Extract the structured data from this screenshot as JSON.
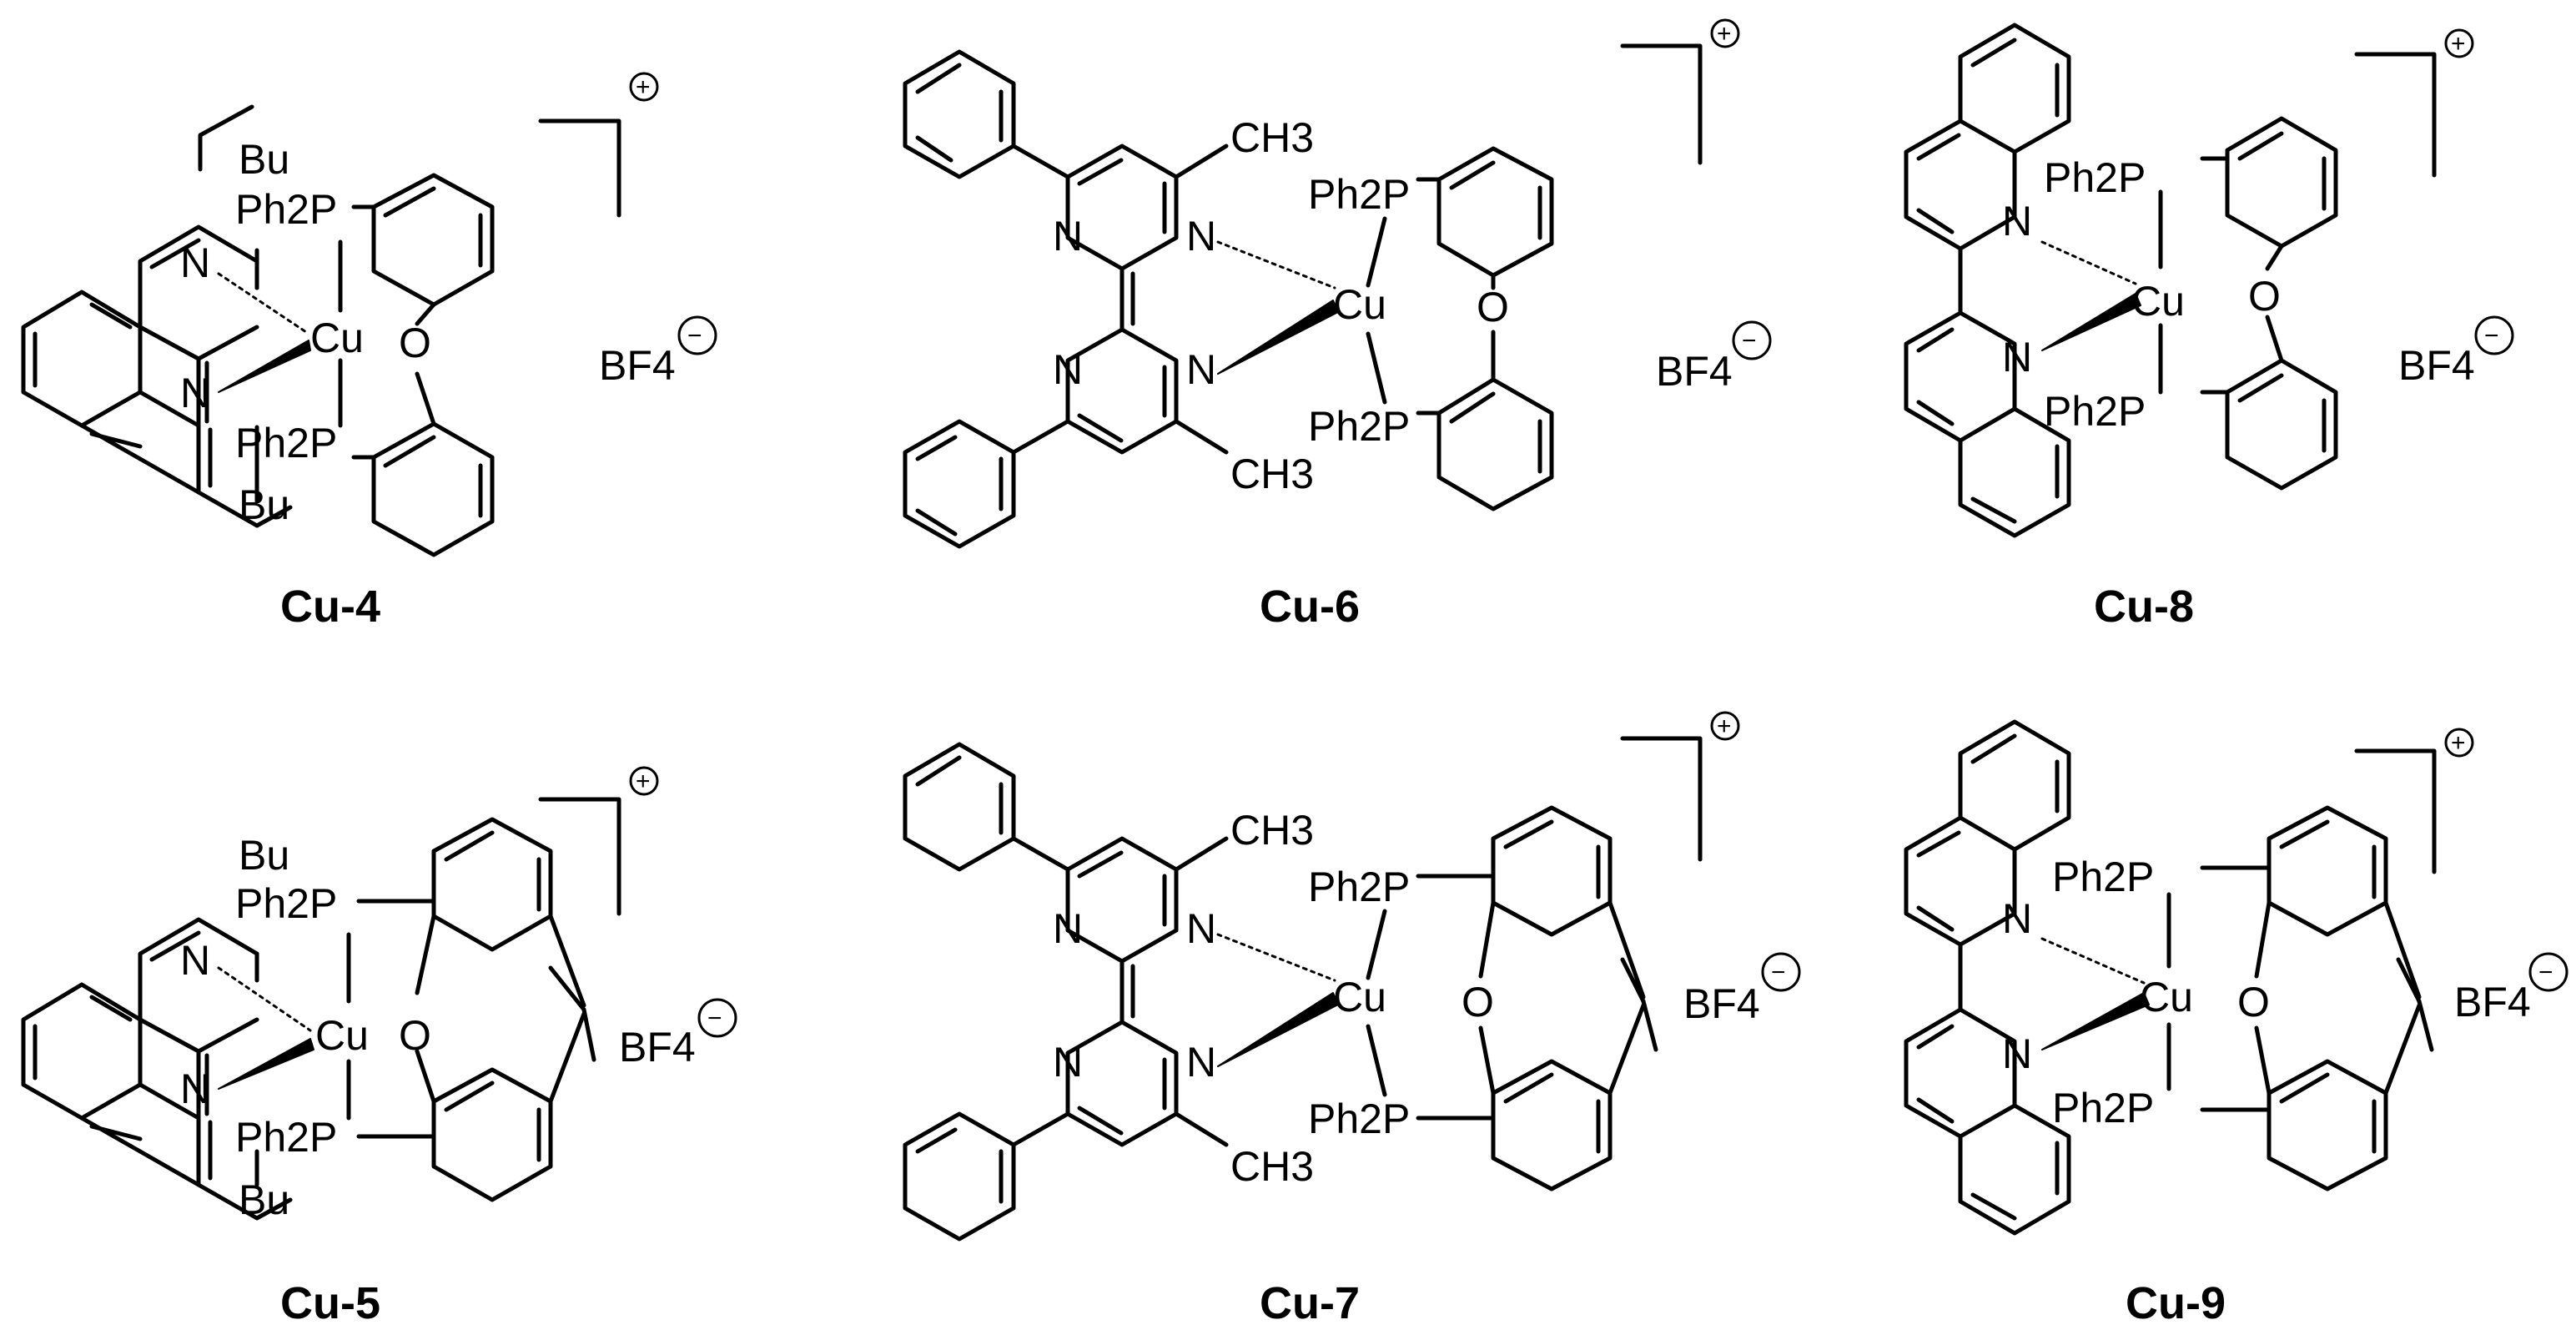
{
  "figure": {
    "compounds": [
      {
        "id": "cu4",
        "name": "Cu-4",
        "diimine_substituent": "Bu",
        "metal": "Cu",
        "phosphine_groups": [
          "Ph2P",
          "Ph2P"
        ],
        "donor_atoms": [
          "N",
          "N",
          "O"
        ],
        "counterion": "BF4",
        "anion_charge": "−",
        "cation_charge": "+"
      },
      {
        "id": "cu6",
        "name": "Cu-6",
        "diimine_substituent": "CH3",
        "metal": "Cu",
        "phosphine_groups": [
          "Ph2P",
          "Ph2P"
        ],
        "donor_atoms": [
          "N",
          "N",
          "O"
        ],
        "ring_atoms": [
          "N",
          "N"
        ],
        "counterion": "BF4",
        "anion_charge": "−",
        "cation_charge": "+"
      },
      {
        "id": "cu8",
        "name": "Cu-8",
        "metal": "Cu",
        "phosphine_groups": [
          "Ph2P",
          "Ph2P"
        ],
        "donor_atoms": [
          "N",
          "N",
          "O"
        ],
        "counterion": "BF4",
        "anion_charge": "−",
        "cation_charge": "+"
      },
      {
        "id": "cu5",
        "name": "Cu-5",
        "diimine_substituent": "Bu",
        "metal": "Cu",
        "phosphine_groups": [
          "Ph2P",
          "Ph2P"
        ],
        "donor_atoms": [
          "N",
          "N",
          "O"
        ],
        "counterion": "BF4",
        "anion_charge": "−",
        "cation_charge": "+"
      },
      {
        "id": "cu7",
        "name": "Cu-7",
        "diimine_substituent": "CH3",
        "metal": "Cu",
        "phosphine_groups": [
          "Ph2P",
          "Ph2P"
        ],
        "donor_atoms": [
          "N",
          "N",
          "O"
        ],
        "ring_atoms": [
          "N",
          "N"
        ],
        "counterion": "BF4",
        "anion_charge": "−",
        "cation_charge": "+"
      },
      {
        "id": "cu9",
        "name": "Cu-9",
        "metal": "Cu",
        "phosphine_groups": [
          "Ph2P",
          "Ph2P"
        ],
        "donor_atoms": [
          "N",
          "N",
          "O"
        ],
        "counterion": "BF4",
        "anion_charge": "−",
        "cation_charge": "+"
      }
    ]
  }
}
